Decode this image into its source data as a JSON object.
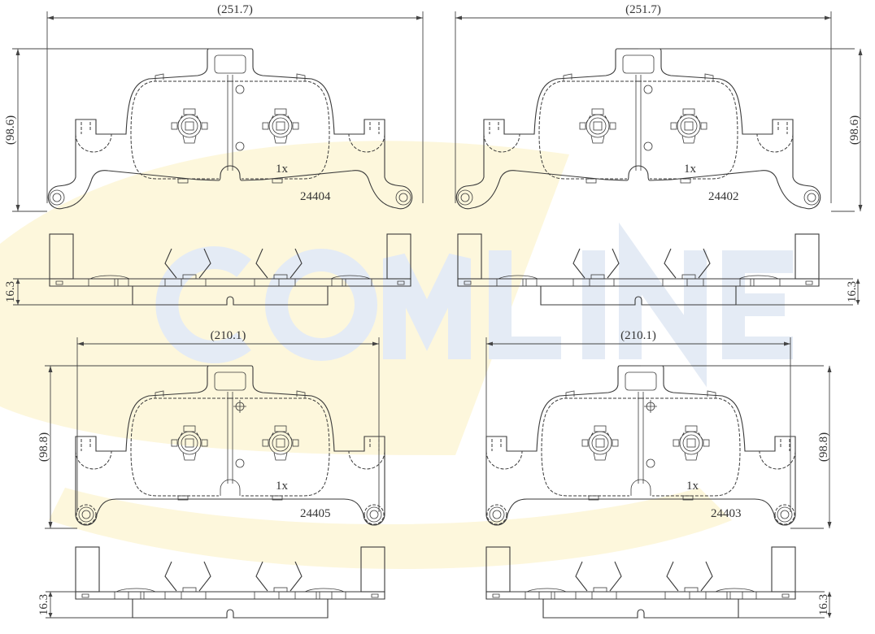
{
  "watermark": {
    "text": "COMLINE",
    "colors": {
      "letters": "#e4ebf5",
      "swoosh": "#fdf7dc"
    }
  },
  "line_color": "#3a3a3a",
  "pads": [
    {
      "part_number": "24404",
      "quantity": "1x",
      "width_dim": "(251.7)",
      "height_dim": "(98.6)",
      "thickness_dim": "16.3"
    },
    {
      "part_number": "24402",
      "quantity": "1x",
      "width_dim": "(251.7)",
      "height_dim": "(98.6)",
      "thickness_dim": "16.3"
    },
    {
      "part_number": "24405",
      "quantity": "1x",
      "width_dim": "(210.1)",
      "height_dim": "(98.8)",
      "thickness_dim": "16.3"
    },
    {
      "part_number": "24403",
      "quantity": "1x",
      "width_dim": "(210.1)",
      "height_dim": "(98.8)",
      "thickness_dim": "16.3"
    }
  ]
}
